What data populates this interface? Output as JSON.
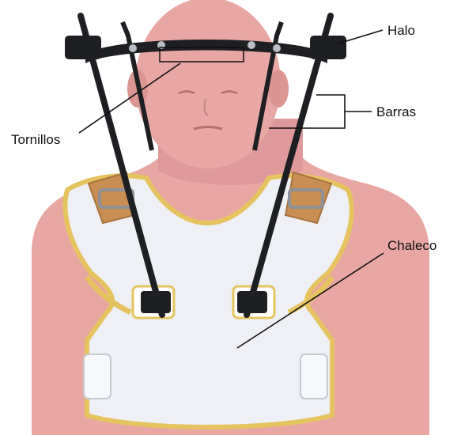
{
  "labels": {
    "halo": "Halo",
    "barras": "Barras",
    "tornillos": "Tornillos",
    "chaleco": "Chaleco"
  },
  "colors": {
    "skin": "#e8a7a2",
    "skin_shade": "#d9928d",
    "vest": "#eef0f5",
    "vest_trim": "#e5c45f",
    "strap": "#c98f52",
    "metal": "#1e1f22",
    "screw": "#b9bdc4",
    "leader": "#111111"
  }
}
